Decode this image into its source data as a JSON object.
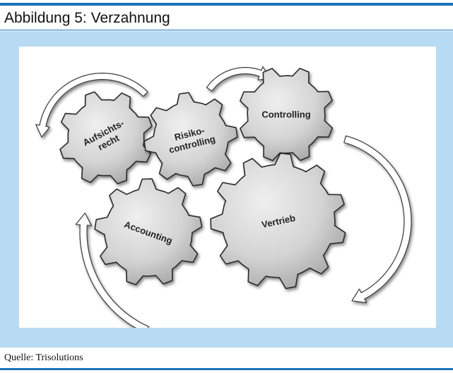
{
  "figure": {
    "title": "Abbildung 5: Verzahnung",
    "source": "Quelle: Trisolutions"
  },
  "gears": [
    {
      "id": "aufsichtsrecht",
      "lines": [
        "Aufsichts-",
        "recht"
      ]
    },
    {
      "id": "risikocontrolling",
      "lines": [
        "Risiko-",
        "controlling"
      ]
    },
    {
      "id": "controlling",
      "lines": [
        "Controlling"
      ]
    },
    {
      "id": "accounting",
      "lines": [
        "Accounting"
      ]
    },
    {
      "id": "vertrieb",
      "lines": [
        "Vertrieb"
      ]
    }
  ],
  "colors": {
    "accent_blue": "#1a73b8",
    "panel_blue": "#b7dbf2",
    "gear_fill": "#d0d0d0",
    "gear_stroke": "#2b2b2b",
    "arrow_fill": "#ffffff"
  }
}
